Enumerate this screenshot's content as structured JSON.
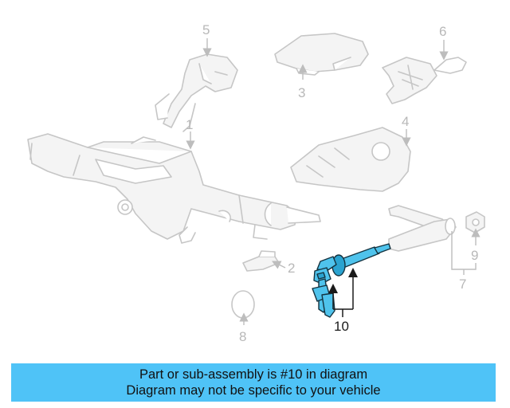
{
  "colors": {
    "highlight": "#4fc3ec",
    "banner": "#4fc3f7",
    "ghost_part": "#c6c6c6"
  },
  "callouts": {
    "c1": "1",
    "c2": "2",
    "c3": "3",
    "c4": "4",
    "c5": "5",
    "c6": "6",
    "c7": "7",
    "c8": "8",
    "c9": "9",
    "c10": "10"
  },
  "highlighted_part": "10",
  "banner": {
    "line1": "Part or sub-assembly is #10 in diagram",
    "line2": "Diagram may not be specific to your vehicle"
  }
}
